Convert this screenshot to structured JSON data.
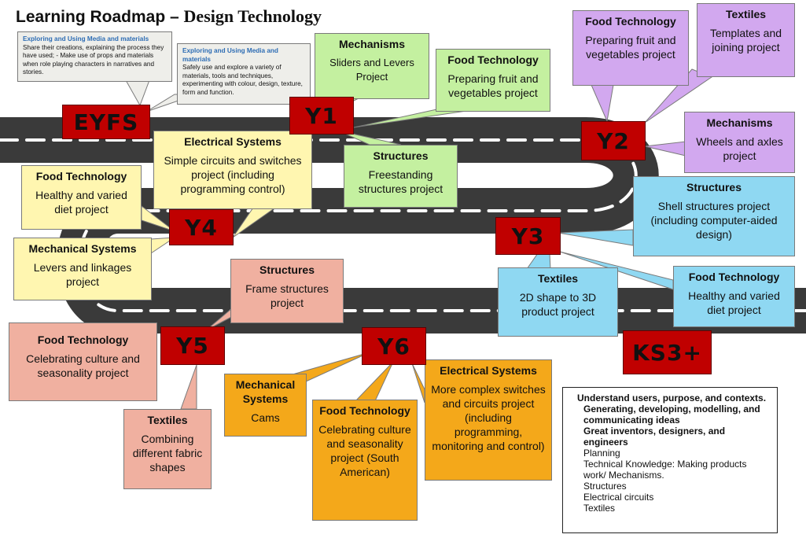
{
  "title": {
    "part1": "Learning Roadmap – ",
    "part2": "Design Technology"
  },
  "years": {
    "eyfs": "EYFS",
    "y1": "Y1",
    "y2": "Y2",
    "y3": "Y3",
    "y4": "Y4",
    "y5": "Y5",
    "y6": "Y6",
    "ks3": "KS3+"
  },
  "eyfs_notes": [
    {
      "heading": "Exploring and Using Media and materials",
      "text": " Share their creations, explaining the process they have used; - Make use of props and materials when role playing characters in narratives and stories."
    },
    {
      "heading": "Exploring and Using Media and materials",
      "text": "Safely use and explore a variety of materials, tools and techniques, experimenting with colour, design, texture, form and function."
    }
  ],
  "topics": {
    "y1_mechanisms": {
      "heading": "Mechanisms",
      "body": "Sliders and Levers Project"
    },
    "y1_food": {
      "heading": "Food Technology",
      "body": "Preparing fruit and vegetables project"
    },
    "y1_structures": {
      "heading": "Structures",
      "body": "Freestanding structures project"
    },
    "y2_food": {
      "heading": "Food Technology",
      "body": "Preparing fruit and vegetables project"
    },
    "y2_textiles": {
      "heading": "Textiles",
      "body": "Templates and joining project"
    },
    "y2_mechanisms": {
      "heading": "Mechanisms",
      "body": "Wheels and axles project"
    },
    "y3_structures": {
      "heading": "Structures",
      "body": "Shell structures project (including computer-aided design)"
    },
    "y3_textiles": {
      "heading": "Textiles",
      "body": "2D shape to 3D product project"
    },
    "y3_food": {
      "heading": "Food Technology",
      "body": "Healthy and varied diet project"
    },
    "y4_electrical": {
      "heading": "Electrical Systems",
      "body": "Simple circuits and switches project (including programming control)"
    },
    "y4_food": {
      "heading": "Food Technology",
      "body": "Healthy and varied diet project"
    },
    "y4_mechanical": {
      "heading": "Mechanical Systems",
      "body": "Levers and linkages project"
    },
    "y5_structures": {
      "heading": "Structures",
      "body": "Frame structures project"
    },
    "y5_food": {
      "heading": "Food Technology",
      "body": "Celebrating culture and seasonality project"
    },
    "y5_textiles": {
      "heading": "Textiles",
      "body": "Combining different fabric shapes"
    },
    "y6_mechanical": {
      "heading": "Mechanical Systems",
      "body": "Cams"
    },
    "y6_food": {
      "heading": "Food Technology",
      "body": "Celebrating culture and seasonality project (South American)"
    },
    "y6_electrical": {
      "heading": "Electrical Systems",
      "body": "More complex switches and circuits project (including programming, monitoring and control)"
    }
  },
  "legend": [
    {
      "text": "Understand users, purpose, and contexts.",
      "bold": true
    },
    {
      "text": "Generating, developing, modelling, and communicating ideas",
      "bold": true
    },
    {
      "text": "Great inventors, designers, and engineers",
      "bold": true
    },
    {
      "text": "Planning",
      "bold": false
    },
    {
      "text": "Technical Knowledge: Making products work/ Mechanisms.",
      "bold": false
    },
    {
      "text": "Structures",
      "bold": false
    },
    {
      "text": "Electrical circuits",
      "bold": false
    },
    {
      "text": "Textiles",
      "bold": false
    }
  ],
  "colors": {
    "road": "#3a3a3a",
    "road_line": "#ffffff",
    "year_marker": "#c00000",
    "green": "#c4f0a0",
    "purple": "#d2a8ef",
    "yellow": "#fff6b0",
    "blue": "#8fd8f2",
    "salmon": "#f0b0a0",
    "orange": "#f4a81a"
  }
}
